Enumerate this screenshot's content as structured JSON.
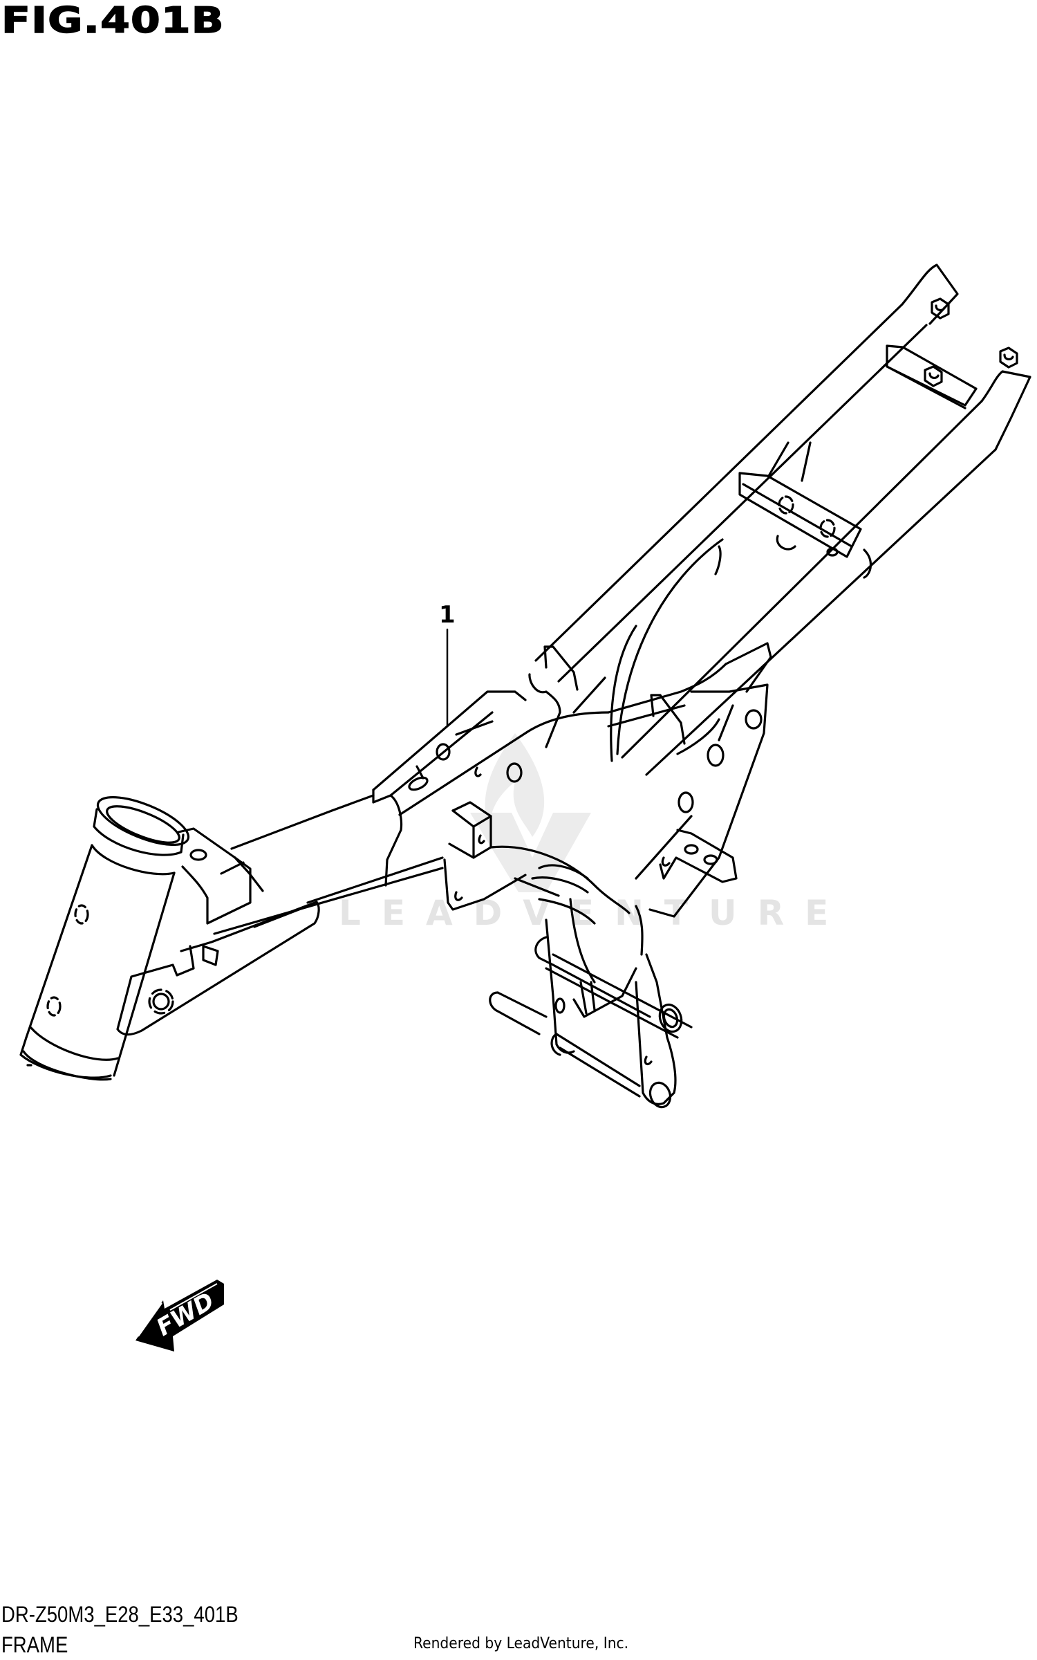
{
  "figure": {
    "title": "FIG.401B",
    "model_code": "DR-Z50M3_E28_E33_401B",
    "section_name": "FRAME"
  },
  "callouts": [
    {
      "number": "1",
      "part": "frame"
    }
  ],
  "direction_indicator": {
    "label": "FWD",
    "icon": "forward-arrow-icon"
  },
  "watermark": {
    "text": "LEADVENTURE",
    "logo": "leadventure-flame-logo",
    "color": "#e4e4e4"
  },
  "footer": {
    "credit": "Rendered by LeadVenture, Inc."
  },
  "colors": {
    "line": "#000000",
    "background": "#ffffff"
  }
}
